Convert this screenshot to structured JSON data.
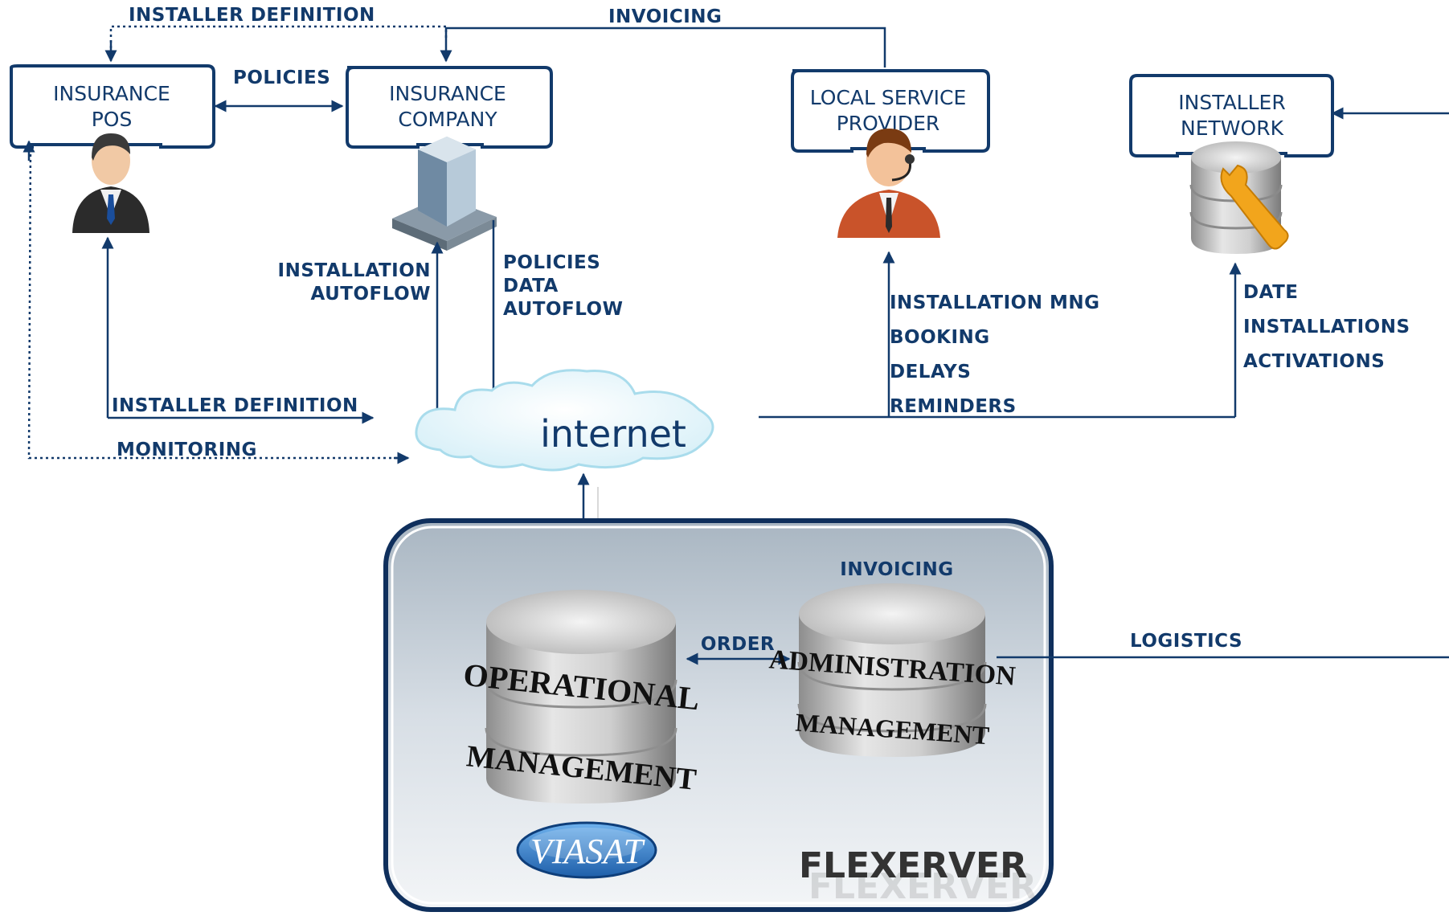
{
  "nodes": {
    "insurance_pos": {
      "line1": "INSURANCE",
      "line2": "POS"
    },
    "insurance_company": {
      "line1": "INSURANCE",
      "line2": "COMPANY"
    },
    "local_service_provider": {
      "line1": "LOCAL SERVICE",
      "line2": "PROVIDER"
    },
    "installer_network": {
      "line1": "INSTALLER",
      "line2": "NETWORK"
    }
  },
  "internet": "internet",
  "labels": {
    "installer_definition_top": "INSTALLER DEFINITION",
    "invoicing_top": "INVOICING",
    "policies": "POLICIES",
    "installation_autoflow_1": "INSTALLATION",
    "installation_autoflow_2": "AUTOFLOW",
    "policies_data_autoflow_1": "POLICIES",
    "policies_data_autoflow_2": "DATA",
    "policies_data_autoflow_3": "AUTOFLOW",
    "installer_definition_bottom": "INSTALLER DEFINITION",
    "monitoring": "MONITORING",
    "lsp_items": [
      "INSTALLATION MNG",
      "BOOKING",
      "DELAYS",
      "REMINDERS"
    ],
    "network_items": [
      "DATE",
      "INSTALLATIONS",
      "ACTIVATIONS"
    ],
    "invoicing_inner": "INVOICING",
    "order": "ORDER",
    "logistics": "LOGISTICS"
  },
  "databases": {
    "operational": {
      "top": "OPERATIONAL",
      "bottom": "MANAGEMENT"
    },
    "administration": {
      "top": "ADMINISTRATION",
      "bottom": "MANAGEMENT"
    }
  },
  "brand": {
    "viasat": "VIASAT",
    "flexerver": "FLEXERVER"
  },
  "colors": {
    "navy": "#123a6b",
    "panel_border": "#0f2f5c",
    "panel_fill": "#c9d3dc"
  }
}
